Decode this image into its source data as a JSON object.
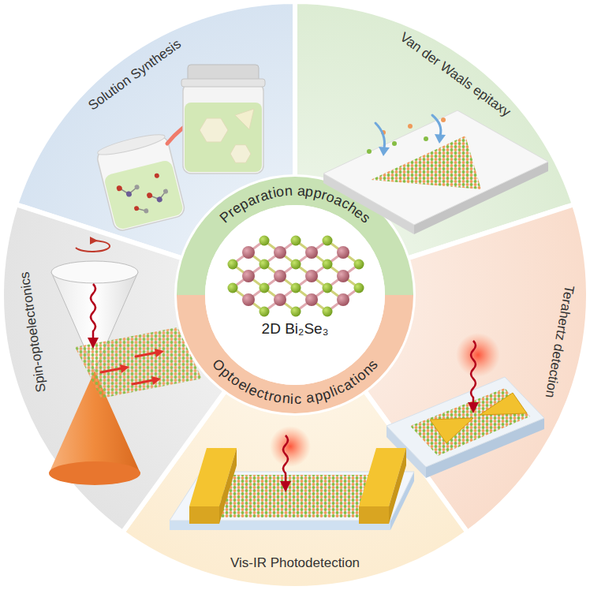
{
  "diagram": {
    "nodes": [
      {
        "text": [
          "Solution Synthesis"
        ]
      },
      {
        "text": [
          "Van der Waals epitaxy"
        ]
      },
      {
        "text": [
          "Terahertz detection"
        ]
      },
      {
        "text": [
          "Vis-IR Photodetection"
        ]
      },
      {
        "text": [
          "Spin-optoelectronics"
        ]
      },
      {
        "text": [
          "Preparation approaches",
          "Optoelectronic applications",
          "2D Bi₂Se₃"
        ]
      }
    ]
  }
}
